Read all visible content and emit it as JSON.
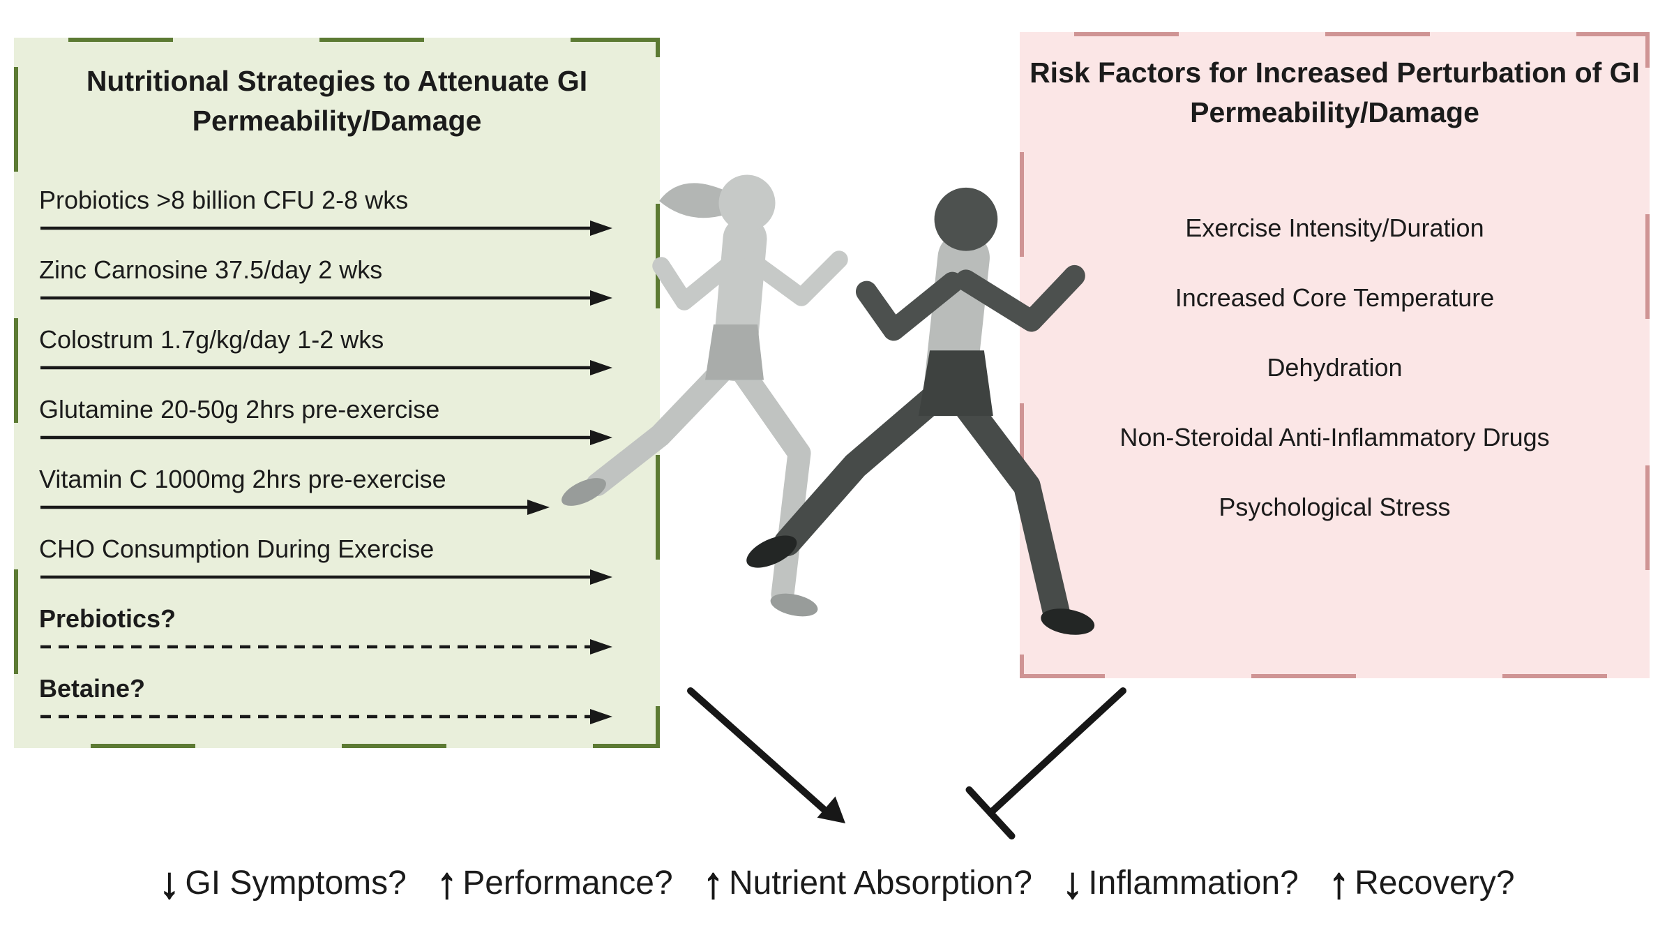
{
  "figure": {
    "left_box": {
      "title_line1": "Nutritional Strategies to Attenuate GI",
      "title_line2": "Permeability/Damage",
      "bg_color": "#e9efdb",
      "bracket_color": "#5c7a33",
      "items": [
        {
          "label": "Probiotics >8 billion CFU 2-8 wks",
          "arrow_style": "solid",
          "emphasis": false
        },
        {
          "label": "Zinc Carnosine 37.5/day 2 wks",
          "arrow_style": "solid",
          "emphasis": false
        },
        {
          "label": "Colostrum 1.7g/kg/day 1-2 wks",
          "arrow_style": "solid",
          "emphasis": false
        },
        {
          "label": "Glutamine 20-50g 2hrs pre-exercise",
          "arrow_style": "solid",
          "emphasis": false
        },
        {
          "label": "Vitamin C 1000mg 2hrs pre-exercise",
          "arrow_style": "solid",
          "emphasis": false
        },
        {
          "label": "CHO Consumption During Exercise",
          "arrow_style": "solid",
          "emphasis": false
        },
        {
          "label": "Prebiotics?",
          "arrow_style": "dashed",
          "emphasis": true
        },
        {
          "label": "Betaine?",
          "arrow_style": "dashed",
          "emphasis": true
        }
      ]
    },
    "right_box": {
      "title_line1": "Risk Factors for Increased Perturbation of GI",
      "title_line2": "Permeability/Damage",
      "bg_color": "#fbe6e6",
      "bracket_color": "#cf9494",
      "items": [
        "Exercise Intensity/Duration",
        "Increased Core Temperature",
        "Dehydration",
        "Non-Steroidal Anti-Inflammatory Drugs",
        "Psychological Stress"
      ]
    },
    "illustration": "two-runners",
    "connectors": {
      "left": "promoting-arrow",
      "right": "inhibition-bar"
    },
    "outcomes": [
      {
        "arrow": "↓",
        "direction": "down",
        "label": "GI Symptoms?"
      },
      {
        "arrow": "↑",
        "direction": "up",
        "label": "Performance?"
      },
      {
        "arrow": "↑",
        "direction": "up",
        "label": "Nutrient Absorption?"
      },
      {
        "arrow": "↓",
        "direction": "down",
        "label": "Inflammation?"
      },
      {
        "arrow": "↑",
        "direction": "up",
        "label": "Recovery?"
      }
    ]
  }
}
